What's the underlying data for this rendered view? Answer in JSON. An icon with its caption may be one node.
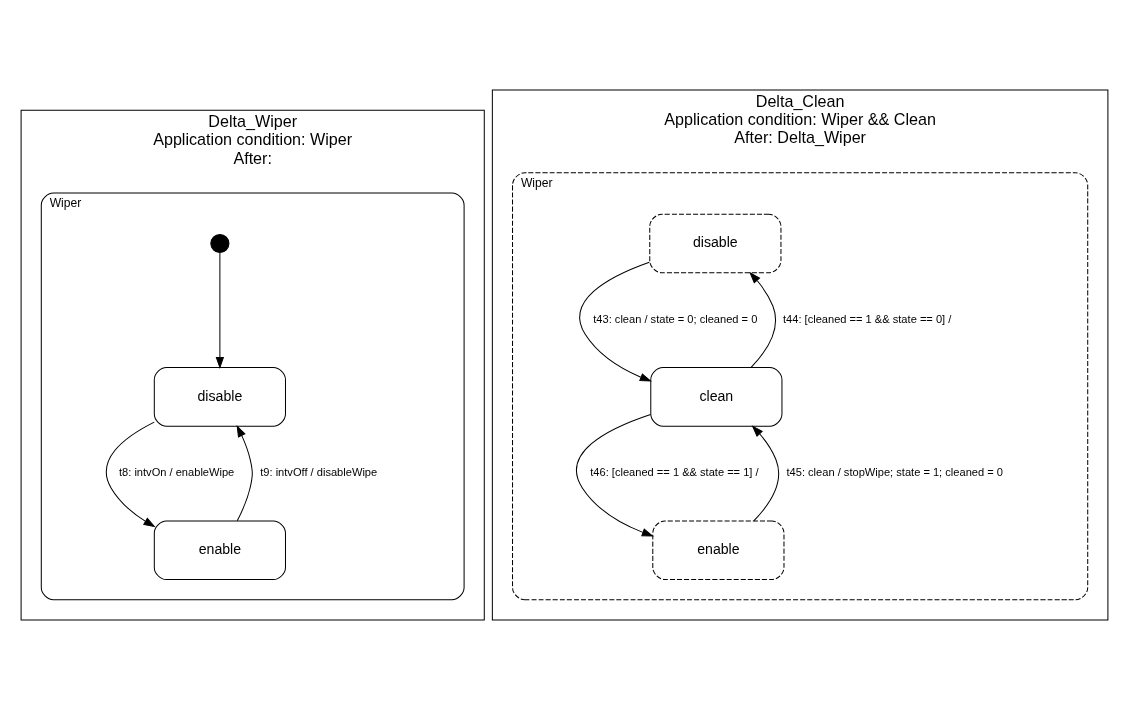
{
  "diagram": {
    "nodes": [
      {
        "text": [
          "Delta_Wiper",
          "Application condition: Wiper",
          "After:"
        ]
      },
      {
        "text": [
          "Wiper"
        ],
        "in": 0
      },
      {
        "text": [],
        "shape": "circle",
        "in": 1
      },
      {
        "text": [
          "disable"
        ],
        "in": 1
      },
      {
        "text": [
          "enable"
        ],
        "in": 1
      },
      {
        "text": [
          "Delta_Clean",
          "Application condition: Wiper && Clean",
          "After: Delta_Wiper"
        ]
      },
      {
        "text": [
          "Wiper"
        ],
        "in": 5
      },
      {
        "text": [
          "disable"
        ],
        "in": 6
      },
      {
        "text": [
          "clean"
        ],
        "in": 6
      },
      {
        "text": [
          "enable"
        ],
        "in": 6
      }
    ],
    "edges": [
      {
        "from": 2,
        "to": 3,
        "arrow": "to"
      },
      {
        "from": 3,
        "to": 4,
        "arrow": "to",
        "label": "t8: intvOn / enableWipe"
      },
      {
        "from": 4,
        "to": 3,
        "arrow": "to",
        "label": "t9: intvOff / disableWipe"
      },
      {
        "from": 7,
        "to": 8,
        "arrow": "to",
        "label": "t43: clean / state = 0; cleaned = 0"
      },
      {
        "from": 8,
        "to": 7,
        "arrow": "to",
        "label": "t44: [cleaned == 1 && state == 0] /"
      },
      {
        "from": 8,
        "to": 9,
        "arrow": "to",
        "label": "t46: [cleaned == 1 && state == 1] /"
      },
      {
        "from": 9,
        "to": 8,
        "arrow": "to",
        "label": "t45: clean / stopWipe; state = 1; cleaned = 0"
      }
    ]
  }
}
